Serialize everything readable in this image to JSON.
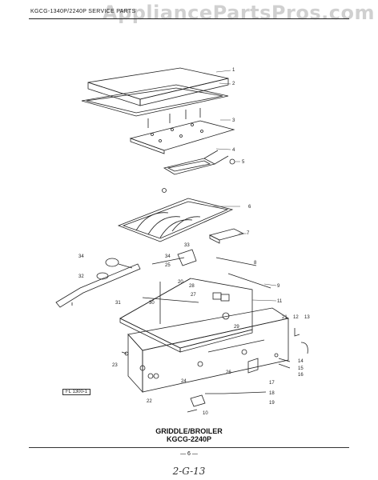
{
  "header": {
    "model_code": "KGCG-1340P/2240P SERVICE PARTS",
    "watermark": "AppliancePartsPros.com"
  },
  "callouts": [
    {
      "id": "c1",
      "text": "1"
    },
    {
      "id": "c2",
      "text": "2"
    },
    {
      "id": "c3",
      "text": "3"
    },
    {
      "id": "c4",
      "text": "4"
    },
    {
      "id": "c5",
      "text": "5"
    },
    {
      "id": "c6",
      "text": "6"
    },
    {
      "id": "c7",
      "text": "7"
    },
    {
      "id": "c8",
      "text": "8"
    },
    {
      "id": "c9",
      "text": "9"
    },
    {
      "id": "c10",
      "text": "10"
    },
    {
      "id": "c11",
      "text": "11"
    },
    {
      "id": "c12",
      "text": "12"
    },
    {
      "id": "c13",
      "text": "13"
    },
    {
      "id": "c14",
      "text": "14"
    },
    {
      "id": "c15",
      "text": "15"
    },
    {
      "id": "c16",
      "text": "16"
    },
    {
      "id": "c17",
      "text": "17"
    },
    {
      "id": "c18",
      "text": "18"
    },
    {
      "id": "c19",
      "text": "19"
    },
    {
      "id": "c20",
      "text": "20"
    },
    {
      "id": "c21",
      "text": "21"
    },
    {
      "id": "c22",
      "text": "22"
    },
    {
      "id": "c23",
      "text": "23"
    },
    {
      "id": "c24",
      "text": "24"
    },
    {
      "id": "c25",
      "text": "25"
    },
    {
      "id": "c26",
      "text": "26"
    },
    {
      "id": "c27",
      "text": "27"
    },
    {
      "id": "c28",
      "text": "28"
    },
    {
      "id": "c29",
      "text": "29"
    },
    {
      "id": "c30",
      "text": "30"
    },
    {
      "id": "c31",
      "text": "31"
    },
    {
      "id": "c32",
      "text": "32"
    },
    {
      "id": "c33",
      "text": "33"
    },
    {
      "id": "c34",
      "text": "34"
    }
  ],
  "reference_box": "FL 1300-1",
  "title": {
    "line1": "GRIDDLE/BROILER",
    "line2": "KGCG-2240P"
  },
  "page_number": "— 6 —",
  "handwritten_note": "2-G-13"
}
